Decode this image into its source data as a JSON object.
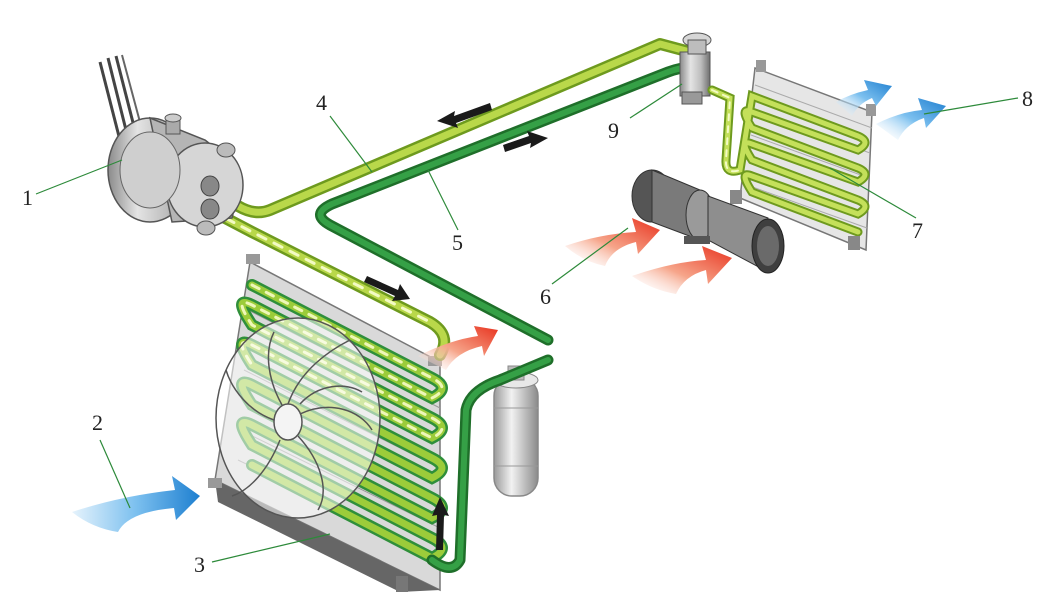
{
  "diagram": {
    "callouts": [
      {
        "id": "1",
        "label": "1",
        "part": "compressor"
      },
      {
        "id": "2",
        "label": "2",
        "part": "ambient-air-inlet"
      },
      {
        "id": "3",
        "label": "3",
        "part": "condenser"
      },
      {
        "id": "4",
        "label": "4",
        "part": "suction-line"
      },
      {
        "id": "5",
        "label": "5",
        "part": "liquid-line"
      },
      {
        "id": "6",
        "label": "6",
        "part": "cabin-air-blower"
      },
      {
        "id": "7",
        "label": "7",
        "part": "evaporator"
      },
      {
        "id": "8",
        "label": "8",
        "part": "cooled-air-outlet"
      },
      {
        "id": "9",
        "label": "9",
        "part": "expansion-valve"
      }
    ],
    "colors": {
      "pipe_dark": "#2f8f3a",
      "pipe_light": "#9ccc3a",
      "pipe_stripe": "#e8f5a0",
      "metal": "#c9c9c9",
      "metal_dark": "#7a7a7a",
      "hot_air": "#e8452a",
      "cold_air": "#2a8fd8",
      "arrow": "#1a1a1a",
      "leader": "#2d8a3a"
    }
  }
}
